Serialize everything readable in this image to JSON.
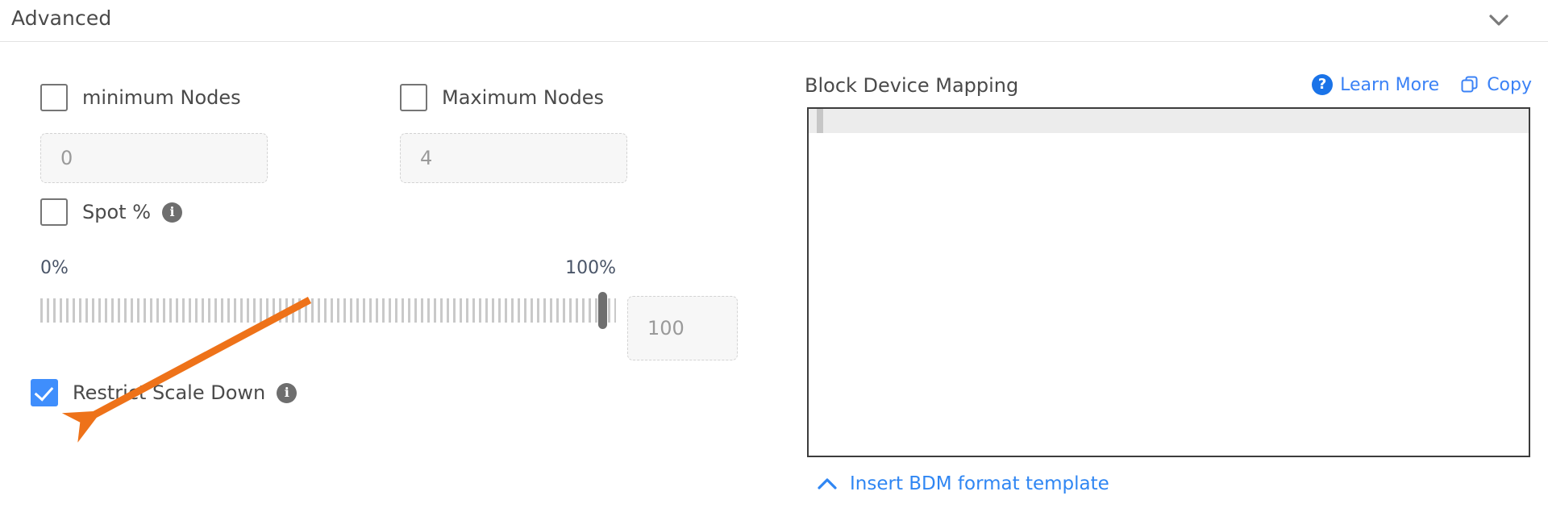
{
  "header": {
    "title": "Advanced",
    "collapse_icon": "chevron-down-icon"
  },
  "left": {
    "min_nodes": {
      "label": "minimum Nodes",
      "checked": false,
      "input_placeholder": "0",
      "input_value": ""
    },
    "max_nodes": {
      "label": "Maximum Nodes",
      "checked": false,
      "input_placeholder": "4",
      "input_value": ""
    },
    "spot_percent": {
      "label": "Spot %",
      "checked": false,
      "info_icon": "info-icon",
      "info_glyph": "i"
    },
    "slider": {
      "min_label": "0%",
      "max_label": "100%",
      "min_value": 0,
      "max_value": 100,
      "current_value": 100,
      "value_input_placeholder": "100",
      "value_input_value": ""
    },
    "restrict_scale_down": {
      "label": "Restrict Scale Down",
      "checked": true,
      "info_icon": "info-icon",
      "info_glyph": "i"
    }
  },
  "right": {
    "title": "Block Device Mapping",
    "learn_more": {
      "label": "Learn More",
      "icon": "help-circle-icon",
      "icon_glyph": "?"
    },
    "copy": {
      "label": "Copy",
      "icon": "copy-icon"
    },
    "editor": {
      "content": "",
      "active_line": 1
    },
    "insert_template": {
      "label": "Insert BDM format template",
      "icon": "chevron-up-icon"
    }
  },
  "annotation": {
    "type": "arrow",
    "color": "#ee7219",
    "points_to": "restrict-scale-down-checkbox"
  },
  "colors": {
    "link_blue": "#3b82f6",
    "checkbox_checked": "#3f8efc",
    "annotation_orange": "#ee7219",
    "text_gray": "#4a4a4a",
    "editor_border": "#3c3c3c"
  }
}
